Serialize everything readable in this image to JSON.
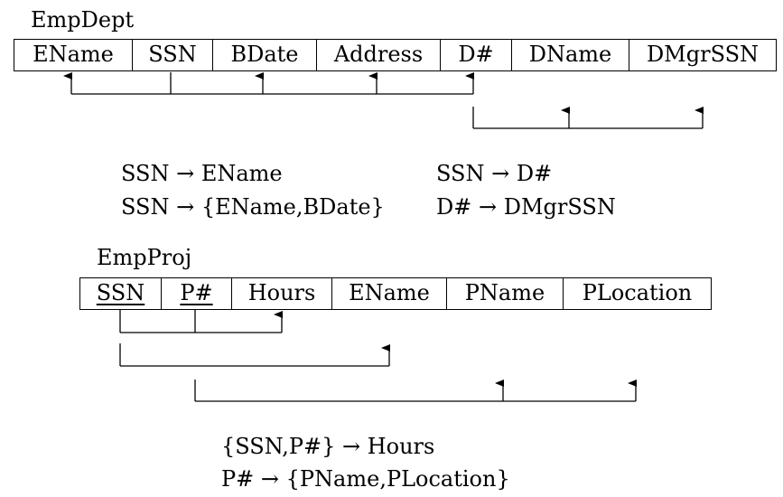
{
  "empdept": {
    "name": "EmpDept",
    "attributes": [
      "EName",
      "SSN",
      "BDate",
      "Address",
      "D#",
      "DName",
      "DMgrSSN"
    ]
  },
  "empproj": {
    "name": "EmpProj",
    "attributes": [
      "SSN",
      "P#",
      "Hours",
      "EName",
      "PName",
      "PLocation"
    ],
    "key_attributes": [
      "SSN",
      "P#"
    ]
  },
  "fds_empdept": {
    "left": [
      "SSN → EName",
      "SSN → {EName,BDate}"
    ],
    "right": [
      "SSN → D#",
      "D# → DMgrSSN"
    ]
  },
  "fds_empproj": [
    "{SSN,P#} → Hours",
    "P# → {PName,PLocation}"
  ]
}
